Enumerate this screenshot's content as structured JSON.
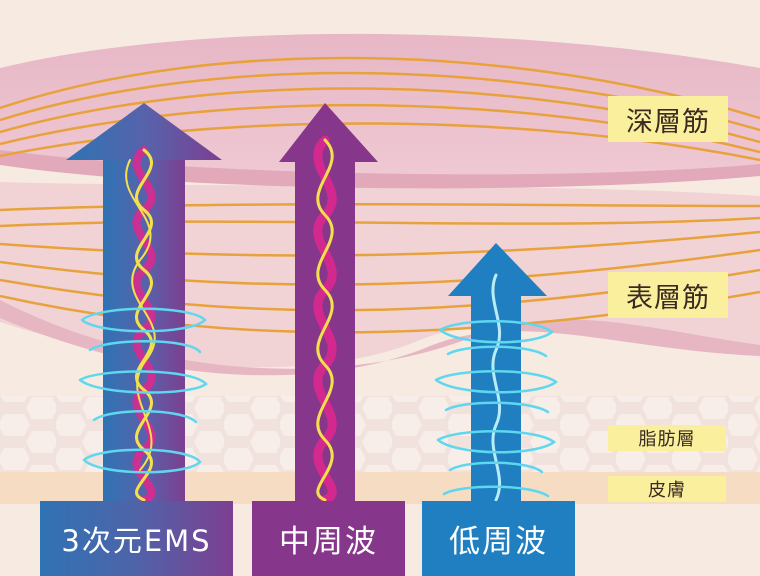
{
  "layers": {
    "deep_muscle": "深層筋",
    "surface_muscle": "表層筋",
    "fat_layer": "脂肪層",
    "skin": "皮膚"
  },
  "methods": {
    "ems3d": "3次元EMS",
    "mid_frequency": "中周波",
    "low_frequency": "低周波"
  },
  "colors": {
    "ems_blue": "#2f73b4",
    "ems_purple": "#7d3f91",
    "mid_purple": "#87378b",
    "low_blue": "#1f7fc0",
    "label_yellow": "#f9ef9d",
    "muscle_pink": "#e3b0c0",
    "fiber_orange": "#e8a23c"
  }
}
